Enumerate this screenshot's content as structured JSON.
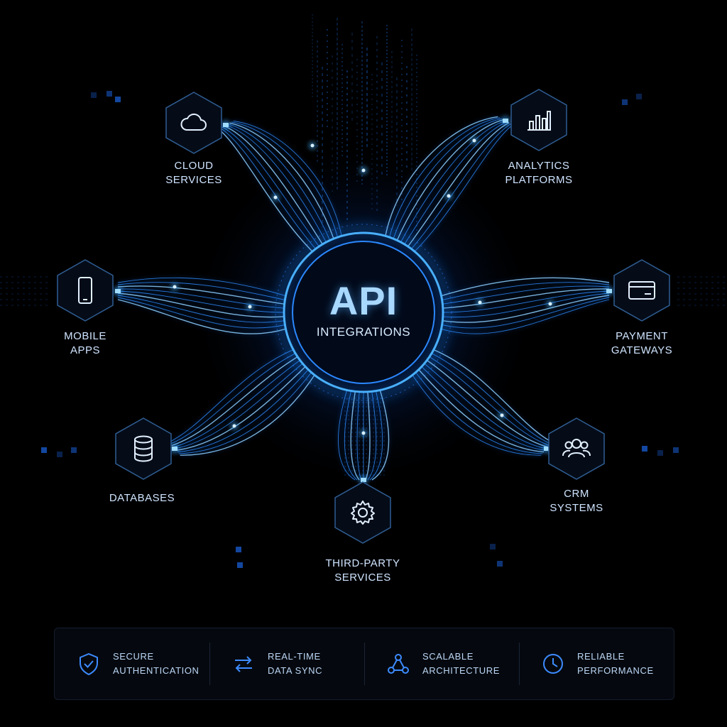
{
  "hub": {
    "title": "API",
    "subtitle": "INTEGRATIONS"
  },
  "colors": {
    "accent": "#1e90ff",
    "glow": "#5ab8ff",
    "background": "#000000",
    "text": "#cfe4ff"
  },
  "nodes": [
    {
      "id": "cloud",
      "icon": "cloud-icon",
      "label_lines": [
        "CLOUD",
        "SERVICES"
      ]
    },
    {
      "id": "analytics",
      "icon": "bar-chart-icon",
      "label_lines": [
        "ANALYTICS",
        "PLATFORMS"
      ]
    },
    {
      "id": "mobile",
      "icon": "smartphone-icon",
      "label_lines": [
        "MOBILE",
        "APPS"
      ]
    },
    {
      "id": "payment",
      "icon": "credit-card-icon",
      "label_lines": [
        "PAYMENT",
        "GATEWAYS"
      ]
    },
    {
      "id": "databases",
      "icon": "database-icon",
      "label_lines": [
        "DATABASES"
      ]
    },
    {
      "id": "crm",
      "icon": "users-icon",
      "label_lines": [
        "CRM",
        "SYSTEMS"
      ]
    },
    {
      "id": "thirdparty",
      "icon": "gear-icon",
      "label_lines": [
        "THIRD-PARTY",
        "SERVICES"
      ]
    }
  ],
  "features": [
    {
      "icon": "shield-check-icon",
      "lines": [
        "SECURE",
        "AUTHENTICATION"
      ]
    },
    {
      "icon": "sync-arrows-icon",
      "lines": [
        "REAL-TIME",
        "DATA SYNC"
      ]
    },
    {
      "icon": "network-icon",
      "lines": [
        "SCALABLE",
        "ARCHITECTURE"
      ]
    },
    {
      "icon": "clock-icon",
      "lines": [
        "RELIABLE",
        "PERFORMANCE"
      ]
    }
  ]
}
